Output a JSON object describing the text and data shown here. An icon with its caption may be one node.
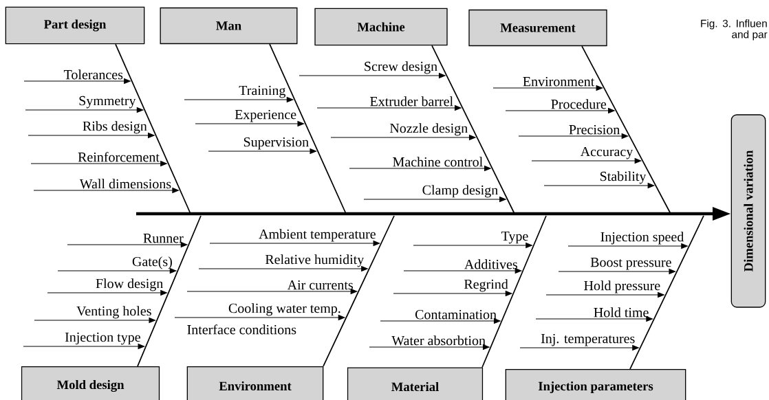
{
  "diagram": {
    "caption": "Fig. 3. Influen and par",
    "nodes": [
      {
        "text": [
          "Part design"
        ]
      },
      {
        "text": [
          "Man"
        ]
      },
      {
        "text": [
          "Machine"
        ]
      },
      {
        "text": [
          "Measurement"
        ]
      },
      {
        "text": [
          "Dimensional variation"
        ]
      },
      {
        "text": [
          "Mold design"
        ]
      },
      {
        "text": [
          "Environment"
        ]
      },
      {
        "text": [
          "Material"
        ]
      },
      {
        "text": [
          "Injection parameters"
        ]
      }
    ],
    "edges": [
      {
        "from": 0,
        "to": null,
        "arrow": "none"
      },
      {
        "from": 1,
        "to": null,
        "arrow": "none"
      },
      {
        "from": 2,
        "to": null,
        "arrow": "none"
      },
      {
        "from": 3,
        "to": null,
        "arrow": "none"
      },
      {
        "from": null,
        "to": 4,
        "arrow": "to",
        "style": "thick"
      },
      {
        "from": 5,
        "to": null,
        "arrow": "none"
      },
      {
        "from": 6,
        "to": null,
        "arrow": "none"
      },
      {
        "from": 7,
        "to": null,
        "arrow": "none"
      },
      {
        "from": 8,
        "to": null,
        "arrow": "none"
      }
    ],
    "labels": [
      "Tolerances",
      "Symmetry",
      "Ribs design",
      "Reinforcement",
      "Wall dimensions",
      "Training",
      "Experience",
      "Supervision",
      "Screw design",
      "Extruder barrel",
      "Nozzle design",
      "Machine control",
      "Clamp design",
      "Environment",
      "Procedure",
      "Precision",
      "Accuracy",
      "Stability",
      "Runner",
      "Gate(s)",
      "Flow design",
      "Venting holes",
      "Injection type",
      "Ambient  temperature",
      "Relative humidity",
      "Air currents",
      "Cooling water temp.",
      "Interface conditions",
      "Type",
      "Additives",
      "Regrind",
      "Contamination",
      "Water absorbtion",
      "Injection speed",
      "Boost pressure",
      "Hold pressure",
      "Hold time",
      "Inj. temperatures"
    ]
  }
}
